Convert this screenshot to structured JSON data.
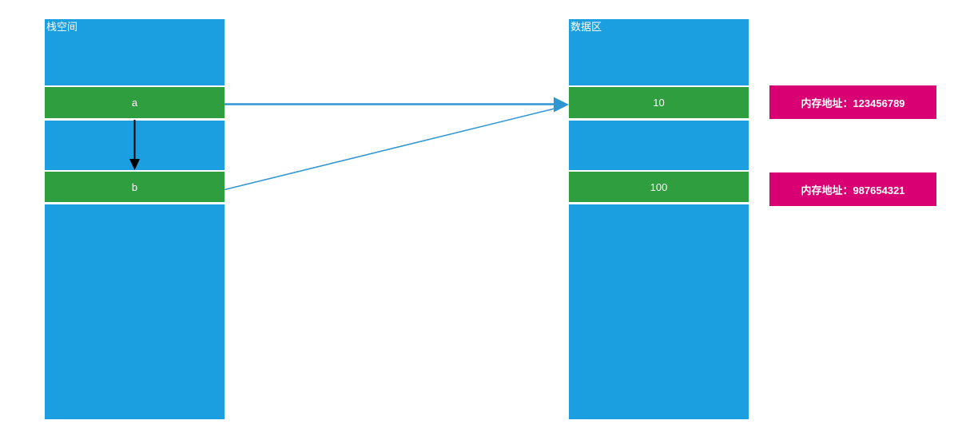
{
  "stack_column": {
    "title": "栈空间",
    "cells": [
      {
        "label": "a"
      },
      {
        "label": "b"
      }
    ]
  },
  "data_column": {
    "title": "数据区",
    "cells": [
      {
        "label": "10"
      },
      {
        "label": "100"
      }
    ]
  },
  "address_labels": [
    {
      "text": "内存地址：123456789"
    },
    {
      "text": "内存地址：987654321"
    }
  ],
  "arrows": [
    {
      "name": "a-to-b",
      "style": "black-down-arrow"
    },
    {
      "name": "a-to-value-10",
      "style": "blue-pointer"
    },
    {
      "name": "b-to-value-10",
      "style": "blue-pointer"
    }
  ],
  "colors": {
    "column_blue": "#1C9FE0",
    "cell_green": "#2F9E3E",
    "address_pink": "#D80073",
    "arrow_blue": "#2E96D3",
    "arrow_black": "#000000"
  }
}
